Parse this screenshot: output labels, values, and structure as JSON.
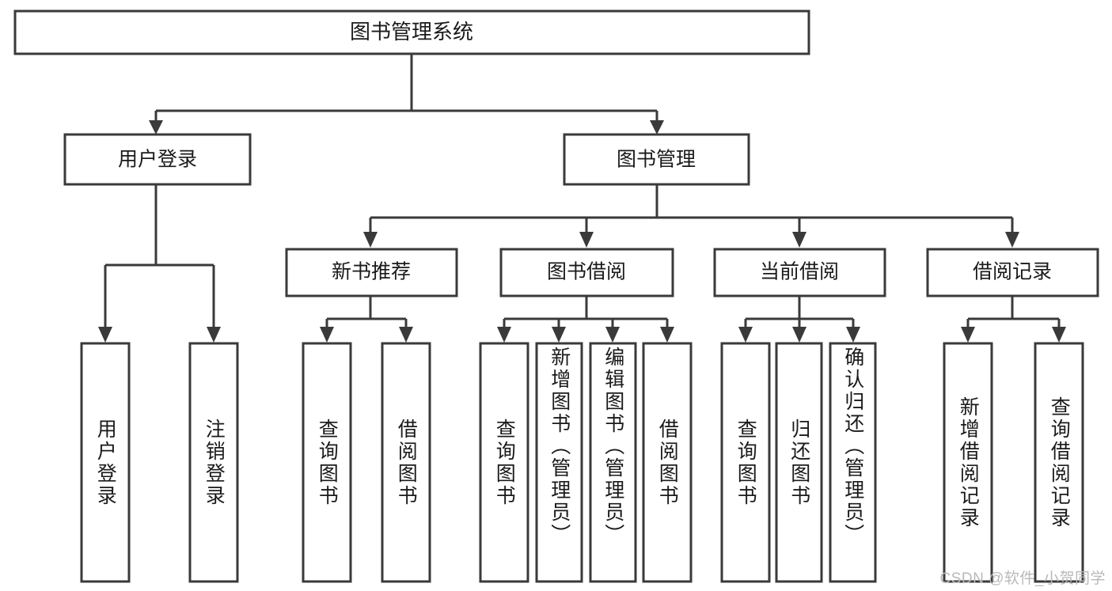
{
  "diagram": {
    "title": "图书管理系统",
    "watermark": "CSDN @软件_小贺同学",
    "root": {
      "id": "root",
      "label": "图书管理系统"
    },
    "level2": [
      {
        "id": "user-login",
        "label": "用户登录"
      },
      {
        "id": "book-manage",
        "label": "图书管理"
      }
    ],
    "level3": [
      {
        "id": "new-book-recommend",
        "label": "新书推荐",
        "parent": "book-manage"
      },
      {
        "id": "book-borrow",
        "label": "图书借阅",
        "parent": "book-manage"
      },
      {
        "id": "current-borrow",
        "label": "当前借阅",
        "parent": "book-manage"
      },
      {
        "id": "borrow-record",
        "label": "借阅记录",
        "parent": "book-manage"
      }
    ],
    "leaves": {
      "user-login": [
        {
          "id": "leaf-user-login",
          "label": "用户登录"
        },
        {
          "id": "leaf-logout-login",
          "label": "注销登录"
        }
      ],
      "new-book-recommend": [
        {
          "id": "leaf-query-book-1",
          "label": "查询图书"
        },
        {
          "id": "leaf-borrow-book-1",
          "label": "借阅图书"
        }
      ],
      "book-borrow": [
        {
          "id": "leaf-query-book-2",
          "label": "查询图书"
        },
        {
          "id": "leaf-add-book-admin",
          "label": "新增图书（管理员）"
        },
        {
          "id": "leaf-edit-book-admin",
          "label": "编辑图书（管理员）"
        },
        {
          "id": "leaf-borrow-book-2",
          "label": "借阅图书"
        }
      ],
      "current-borrow": [
        {
          "id": "leaf-query-book-3",
          "label": "查询图书"
        },
        {
          "id": "leaf-return-book",
          "label": "归还图书"
        },
        {
          "id": "leaf-confirm-return-admin",
          "label": "确认归还（管理员）"
        }
      ],
      "borrow-record": [
        {
          "id": "leaf-add-borrow-record",
          "label": "新增借阅记录"
        },
        {
          "id": "leaf-query-borrow-record",
          "label": "查询借阅记录"
        }
      ]
    },
    "colors": {
      "stroke": "#3a3a3a",
      "fill": "#ffffff",
      "text": "#1a1a1a",
      "watermark": "#b9b9b9"
    }
  }
}
